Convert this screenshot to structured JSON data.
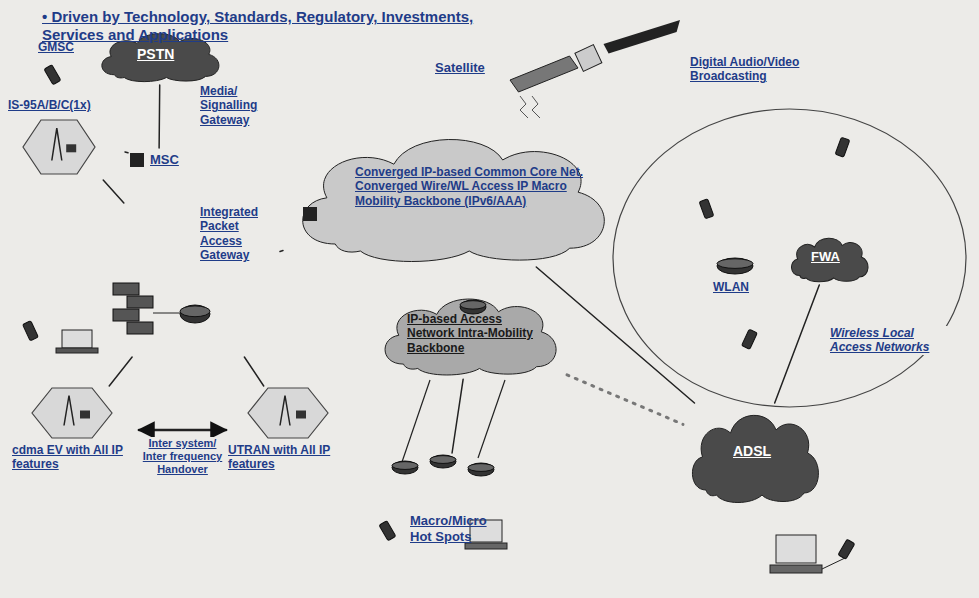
{
  "diagram": {
    "title": "• Driven by Technology, Standards, Regulatory, Investments, Services and Applications",
    "nodes": [
      {
        "text": [
          "PSTN"
        ]
      },
      {
        "text": [
          "MSC"
        ]
      },
      {
        "text": [
          "IS-95A/B/C(1x)"
        ]
      },
      {
        "text": [
          "Integrated Packet Access Gateway"
        ]
      },
      {
        "text": [
          "Converged IP-based Common Core Net. Converged Wire/WL Access IP Macro Mobility Backbone (IPv6/AAA)"
        ]
      },
      {
        "text": [
          "IP-based Access Network Intra-Mobility Backbone"
        ]
      },
      {
        "text": [
          "Satellite"
        ]
      },
      {
        "text": [
          "Wireless Local Access Networks"
        ]
      },
      {
        "text": [
          "WLAN"
        ],
        "in": 7
      },
      {
        "text": [
          "FWA"
        ],
        "in": 7
      },
      {
        "text": [
          "cdma EV with All IP features"
        ]
      },
      {
        "text": [
          "UTRAN with All IP features"
        ]
      },
      {
        "text": [
          "Macro/Micro Hot Spots"
        ]
      },
      {
        "text": [
          "ADSL"
        ]
      }
    ],
    "edges": [
      {
        "from": 0,
        "to": 1,
        "arrow": "none"
      },
      {
        "from": 1,
        "to": 2,
        "arrow": "none"
      },
      {
        "from": 2,
        "to": 3,
        "arrow": "none"
      },
      {
        "from": 3,
        "to": 4,
        "arrow": "none"
      },
      {
        "from": 3,
        "to": 10,
        "arrow": "none"
      },
      {
        "from": 3,
        "to": 11,
        "arrow": "none"
      },
      {
        "from": 10,
        "to": 11,
        "label": "Inter system/ Inter frequency Handover",
        "arrow": "both"
      },
      {
        "from": 4,
        "to": 13,
        "arrow": "none"
      },
      {
        "from": 13,
        "to": 9,
        "arrow": "none"
      },
      {
        "from": 5,
        "to": 12,
        "arrow": "none"
      },
      {
        "from": 5,
        "to": 13,
        "arrow": "none"
      }
    ],
    "labels": [
      "GMSC",
      "Media/ Signalling Gateway",
      "Digital Audio/Video Broadcasting"
    ]
  }
}
